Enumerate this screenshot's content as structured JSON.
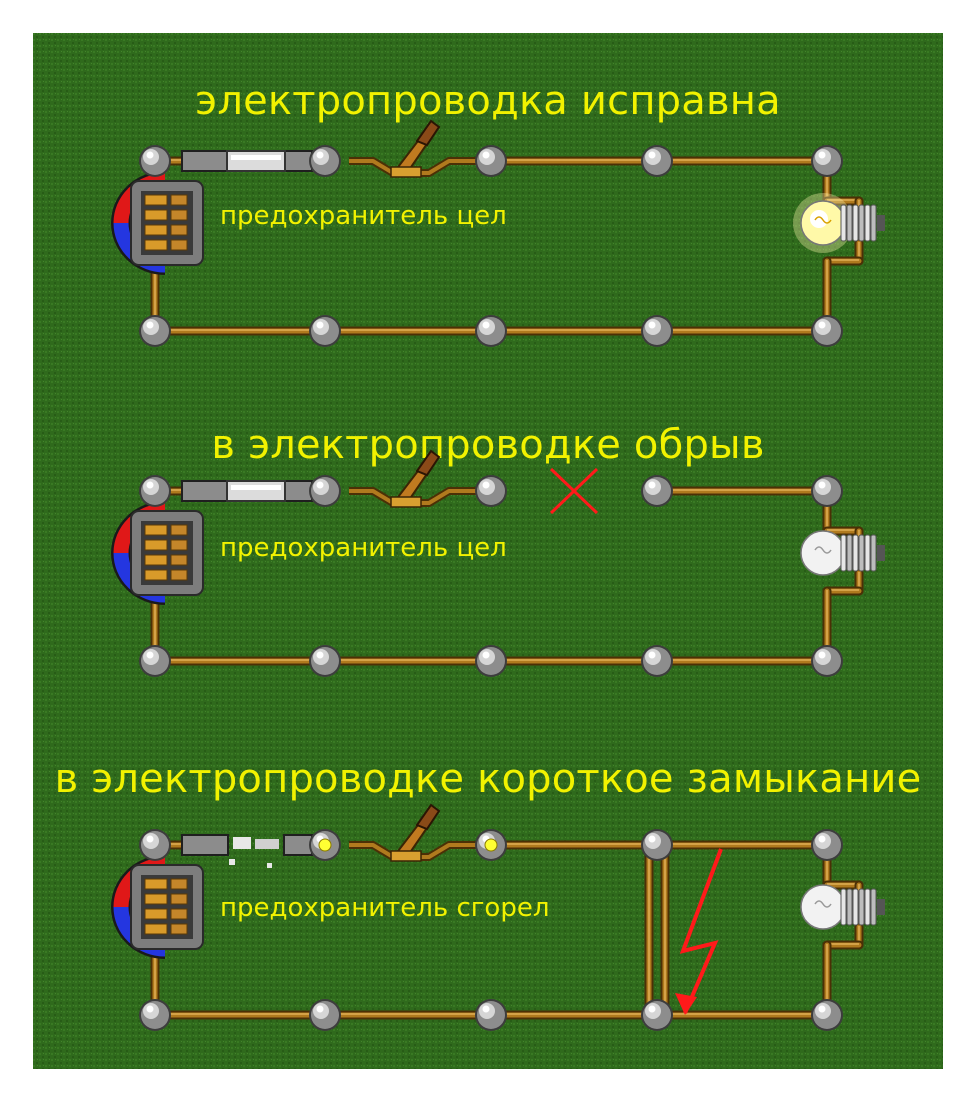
{
  "colors": {
    "background": "#2f6a1c",
    "text": "#f2f200",
    "wire": "#b07a1e",
    "fault_mark": "#ff1a1a"
  },
  "panels": [
    {
      "id": "ok",
      "heading": "электропроводка исправна",
      "fuse_label": "предохранитель цел",
      "fuse_state": "intact",
      "lamp_lit": true,
      "fault": "none"
    },
    {
      "id": "open",
      "heading": "в электропроводке обрыв",
      "fuse_label": "предохранитель цел",
      "fuse_state": "intact",
      "lamp_lit": false,
      "fault": "open-circuit"
    },
    {
      "id": "short",
      "heading": "в электропроводке короткое замыкание",
      "fuse_label": "предохранитель сгорел",
      "fuse_state": "blown",
      "lamp_lit": false,
      "fault": "short-circuit"
    }
  ],
  "icons": {
    "generator": "generator-icon",
    "fuse": "fuse-icon",
    "switch": "knife-switch-icon",
    "lamp": "light-bulb-icon",
    "break": "cross-mark-icon",
    "short": "lightning-bolt-icon"
  }
}
